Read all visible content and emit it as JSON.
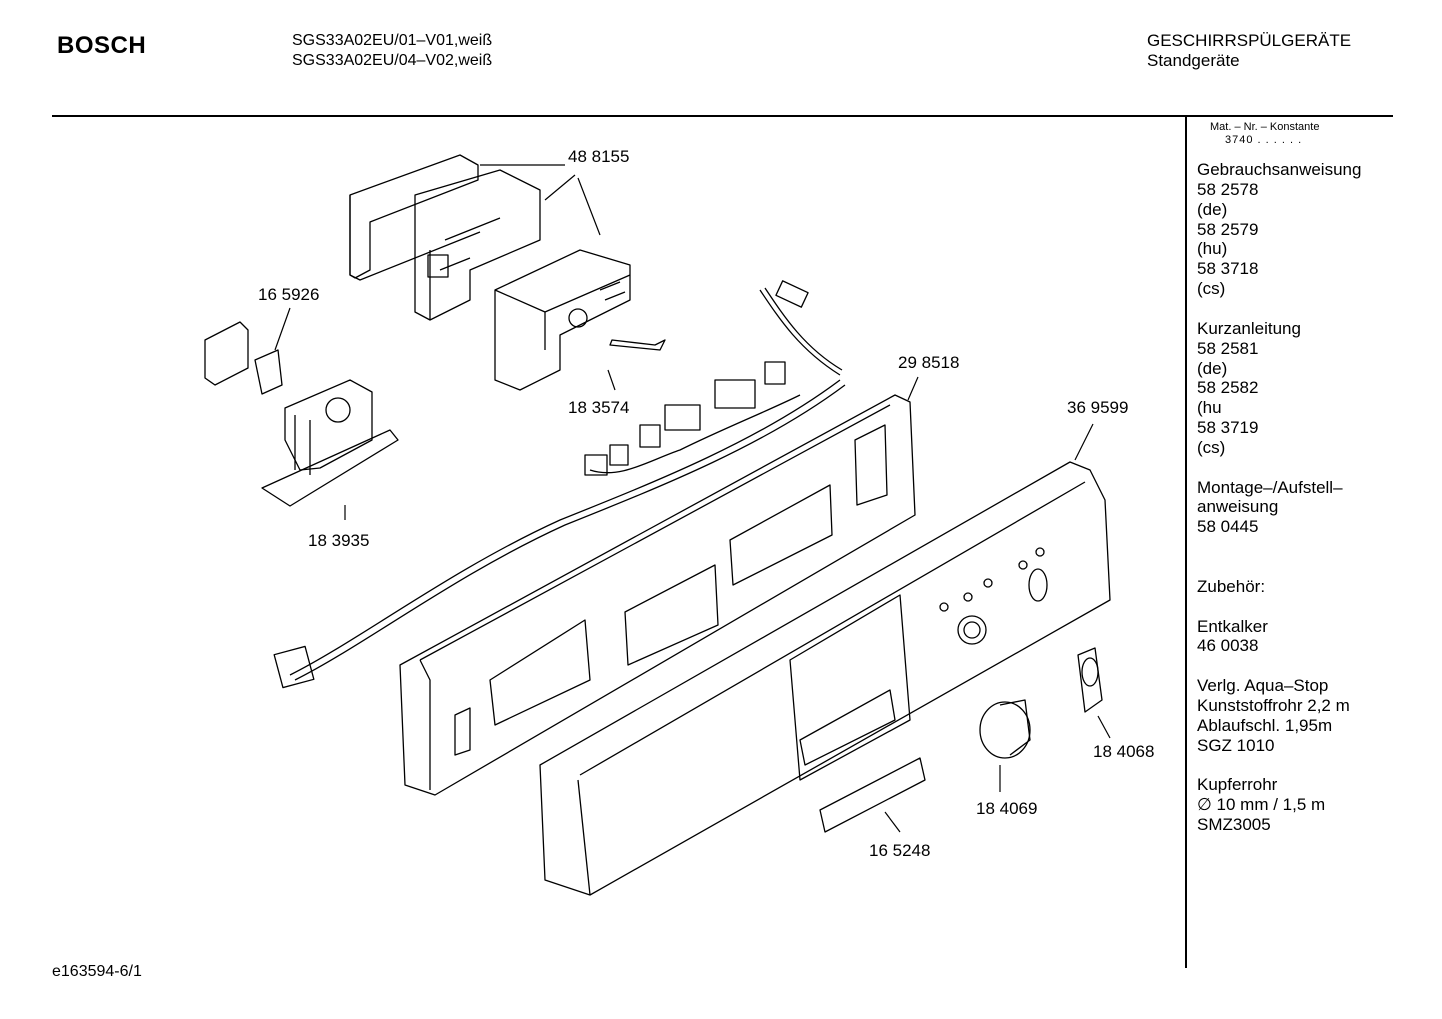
{
  "header": {
    "brand": "BOSCH",
    "models": [
      "SGS33A02EU/01–V01,weiß",
      "SGS33A02EU/04–V02,weiß"
    ],
    "category": "GESCHIRRSPÜLGERÄTE",
    "subcategory": "Standgeräte"
  },
  "footer": {
    "code": "e163594-6/1"
  },
  "sidebar": {
    "konstante_label": "Mat. – Nr. – Konstante",
    "konstante_value": "3740 . . . . . .",
    "lines": [
      "Gebrauchsanweisung",
      "58 2578",
      "(de)",
      "58 2579",
      "(hu)",
      "58 3718",
      "(cs)",
      "",
      "Kurzanleitung",
      "58 2581",
      "(de)",
      "58 2582",
      "(hu",
      "58 3719",
      "(cs)",
      "",
      "Montage–/Aufstell–",
      "anweisung",
      "58 0445",
      "",
      "",
      "Zubehör:",
      "",
      "Entkalker",
      "46 0038",
      "",
      "Verlg. Aqua–Stop",
      "Kunststoffrohr 2,2 m",
      "Ablaufschl. 1,95m",
      "SGZ 1010",
      "",
      "Kupferrohr",
      "∅ 10 mm / 1,5 m",
      "SMZ3005"
    ]
  },
  "parts": [
    {
      "id": "p1",
      "number": "48 8155"
    },
    {
      "id": "p2",
      "number": "16 5926"
    },
    {
      "id": "p3",
      "number": "18 3574"
    },
    {
      "id": "p4",
      "number": "29 8518"
    },
    {
      "id": "p5",
      "number": "36 9599"
    },
    {
      "id": "p6",
      "number": "18 3935"
    },
    {
      "id": "p7",
      "number": "18 4068"
    },
    {
      "id": "p8",
      "number": "18 4069"
    },
    {
      "id": "p9",
      "number": "16 5248"
    }
  ]
}
